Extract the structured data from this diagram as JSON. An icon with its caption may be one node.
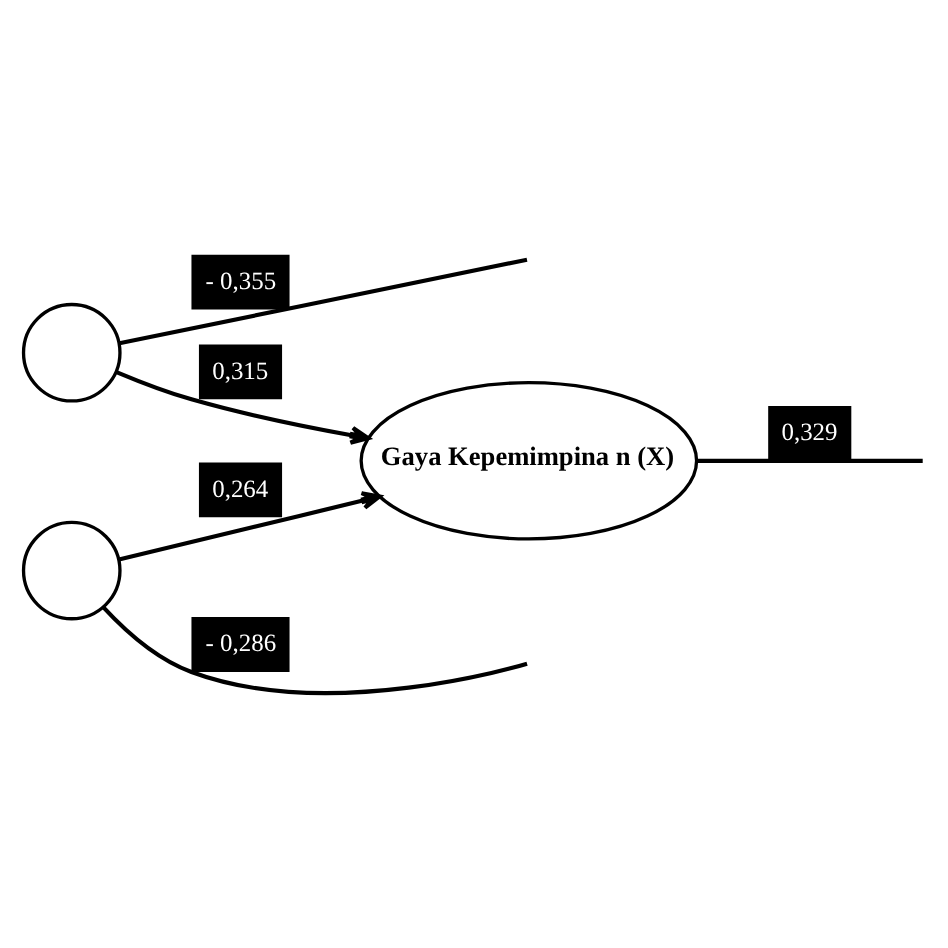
{
  "diagram": {
    "nodes": [
      {
        "text": [],
        "shape": "circle"
      },
      {
        "text": [
          "Gaya Kepemimpina n (X)"
        ]
      },
      {
        "text": [],
        "shape": "circle"
      }
    ],
    "edges": [
      {
        "from": 0,
        "to": 1,
        "arrow": "to",
        "label": "0,315"
      },
      {
        "from": 0,
        "to": null,
        "arrow": "none",
        "label": "- 0,355"
      },
      {
        "from": 1,
        "to": null,
        "arrow": "none",
        "label": "0,329"
      },
      {
        "from": 2,
        "to": 1,
        "arrow": "to",
        "label": "0,264"
      },
      {
        "from": 2,
        "to": null,
        "arrow": "none",
        "label": "- 0,286"
      }
    ]
  }
}
